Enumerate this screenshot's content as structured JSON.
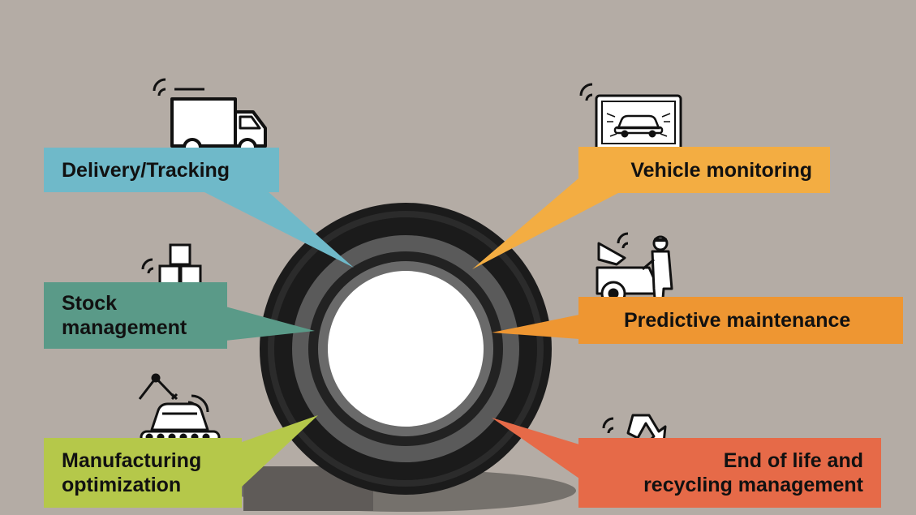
{
  "labels": {
    "delivery": "Delivery/Tracking",
    "stock": "Stock\nmanagement",
    "manufacturing": "Manufacturing\noptimization",
    "vehicle": "Vehicle monitoring",
    "predictive": "Predictive maintenance",
    "eol": "End of life and\nrecycling management"
  },
  "colors": {
    "background": "#b4aca5",
    "delivery": "#6fb9c9",
    "stock": "#5a9a88",
    "manufacturing": "#b5c84a",
    "vehicle": "#f3ad42",
    "predictive": "#ee9632",
    "eol": "#e66a48",
    "tire_outer": "#1a1a1a",
    "tire_band": "#555555",
    "hub": "#ffffff"
  },
  "icons": {
    "delivery": "delivery-truck-icon",
    "stock": "stacked-boxes-icon",
    "manufacturing": "assembly-line-car-icon",
    "vehicle": "vehicle-monitor-screen-icon",
    "predictive": "mechanic-car-icon",
    "eol": "recycling-icon"
  }
}
